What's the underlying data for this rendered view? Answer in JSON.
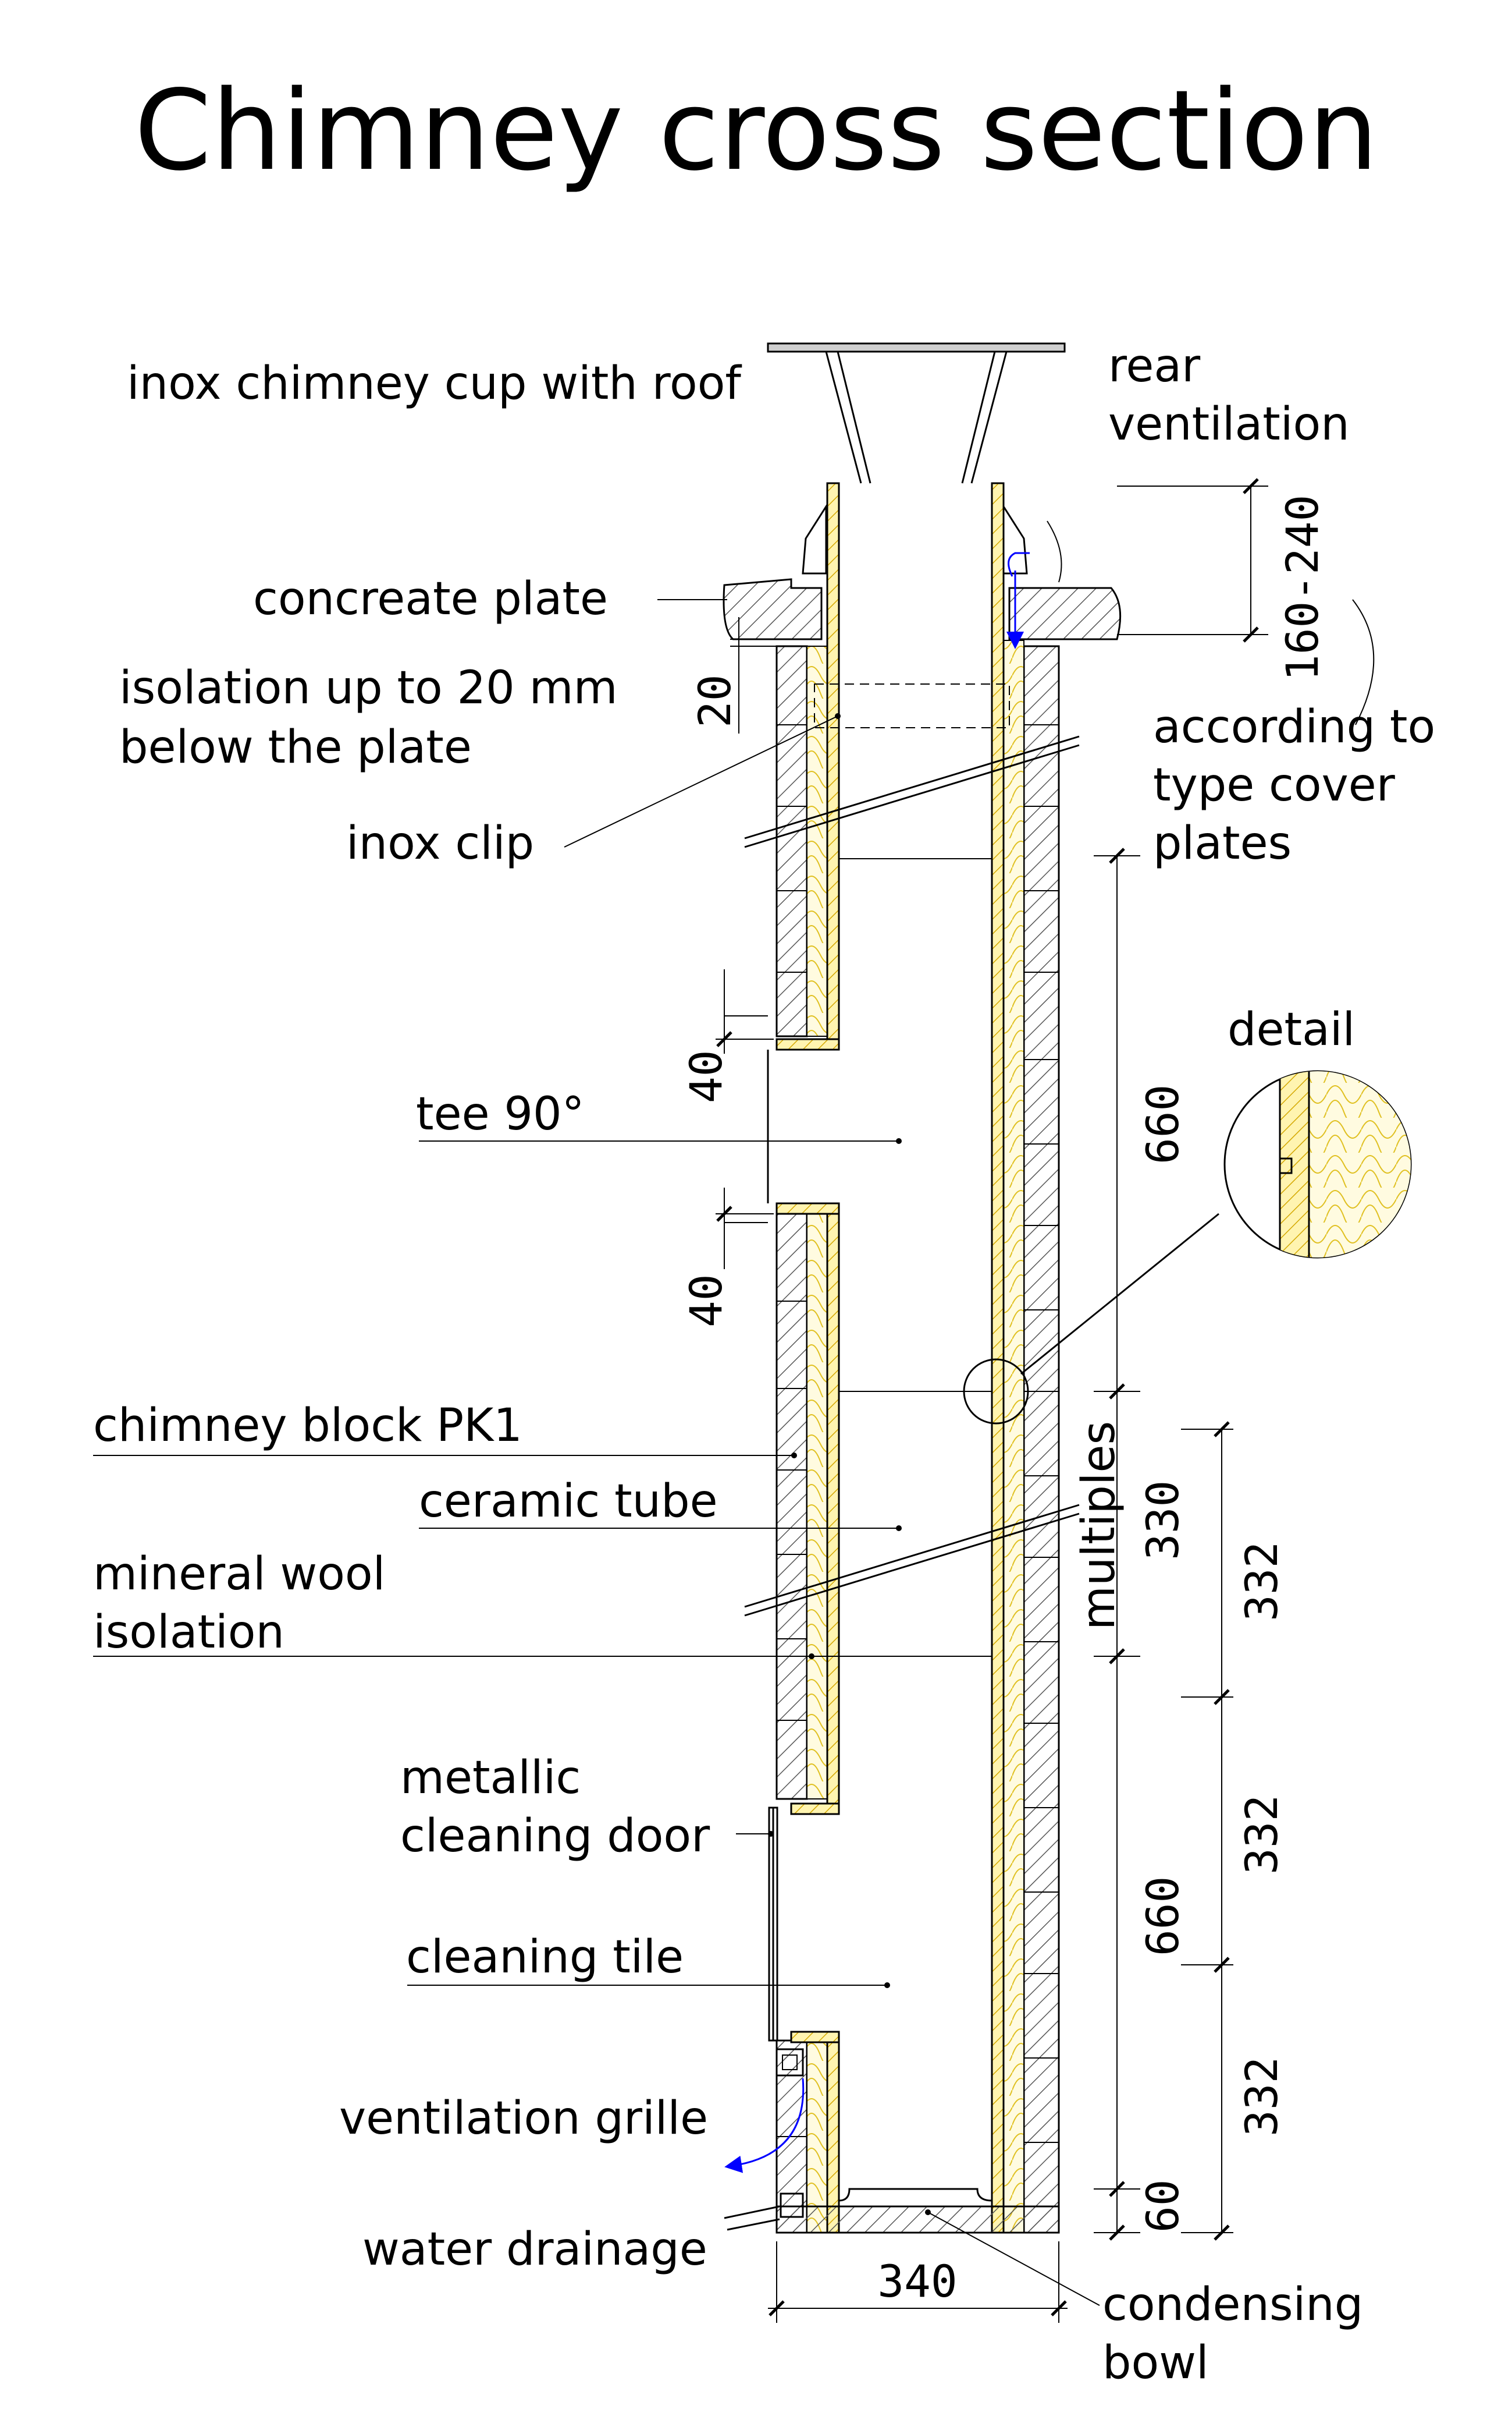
{
  "title": "Chimney cross section",
  "labels": {
    "cup": "inox chimney cup with roof",
    "rear_vent_1": "rear",
    "rear_vent_2": "ventilation",
    "plate": "concreate plate",
    "iso_1": "isolation up to 20 mm",
    "iso_2": "below the plate",
    "clip": "inox clip",
    "acc_1": "according to",
    "acc_2": "type cover",
    "acc_3": "plates",
    "detail": "detail",
    "tee": "tee 90°",
    "block": "chimney block PK1",
    "tube": "ceramic tube",
    "wool_1": "mineral wool",
    "wool_2": "isolation",
    "door_1": "metallic",
    "door_2": "cleaning door",
    "tile": "cleaning tile",
    "grille": "ventilation grille",
    "drain": "water drainage",
    "bowl_1": "condensing",
    "bowl_2": "bowl",
    "multiples": "multiples"
  },
  "dimensions": {
    "top_range": "160-240",
    "under_plate": "20",
    "tee_top": "40",
    "tee_bottom": "40",
    "seg_660_a": "660",
    "seg_330": "330",
    "seg_660_b": "660",
    "seg_60": "60",
    "right_332_a": "332",
    "right_332_b": "332",
    "right_332_c": "332",
    "width": "340"
  },
  "colors": {
    "insulation": "#fff4b0",
    "insulation_stroke": "#c8a000",
    "hatch": "#555555",
    "airflow": "#0000ff"
  }
}
